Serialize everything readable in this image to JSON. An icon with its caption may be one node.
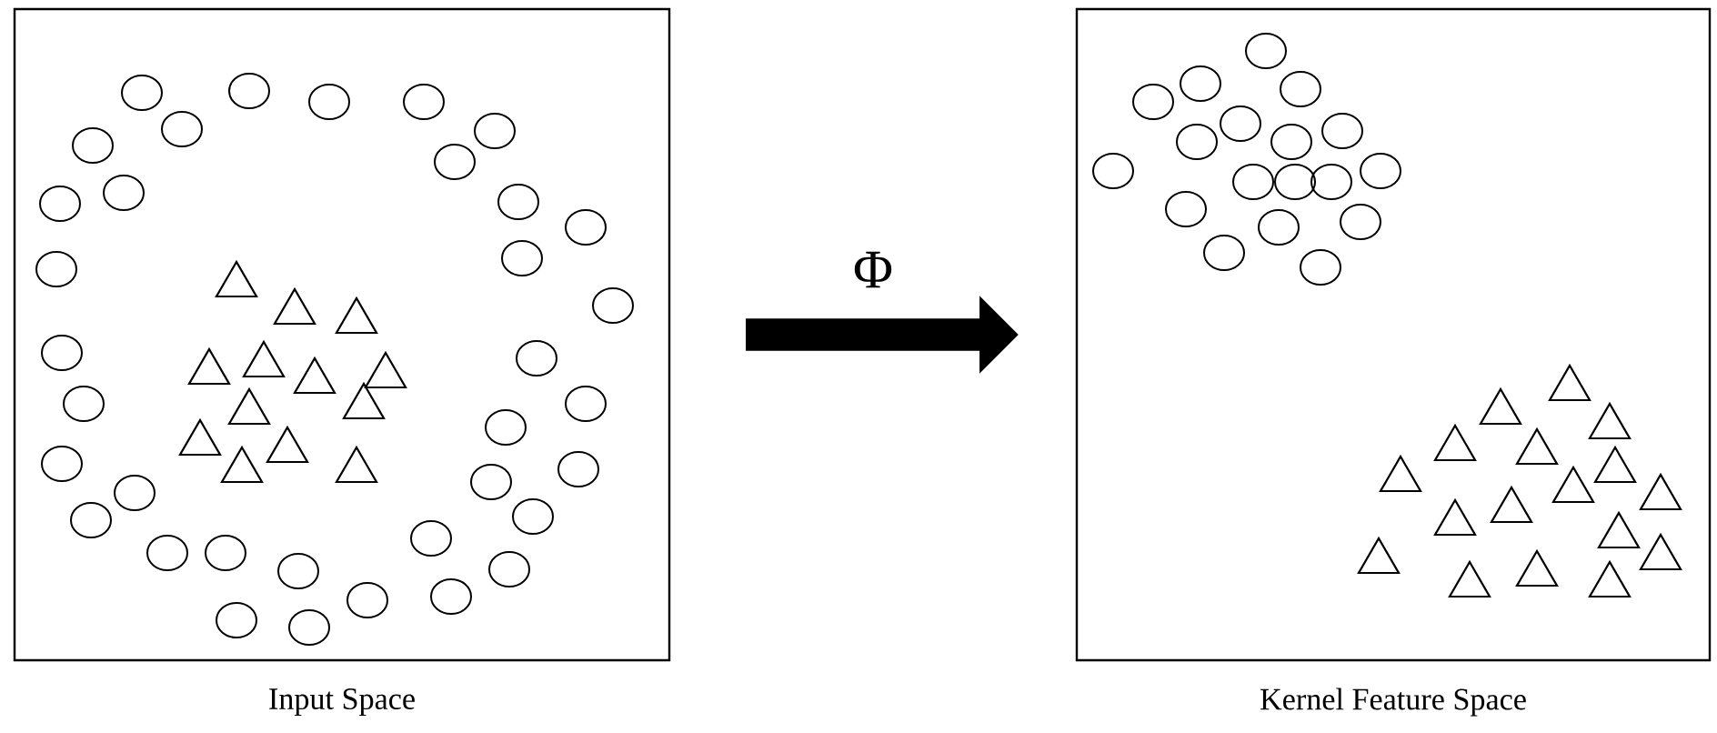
{
  "diagram": {
    "nodes": [
      {
        "text": [
          "Input Space"
        ]
      },
      {
        "text": [
          "Kernel Feature Space"
        ]
      }
    ],
    "edges": [
      {
        "from": 0,
        "to": 1,
        "arrow": "to",
        "label": "Φ"
      }
    ]
  }
}
